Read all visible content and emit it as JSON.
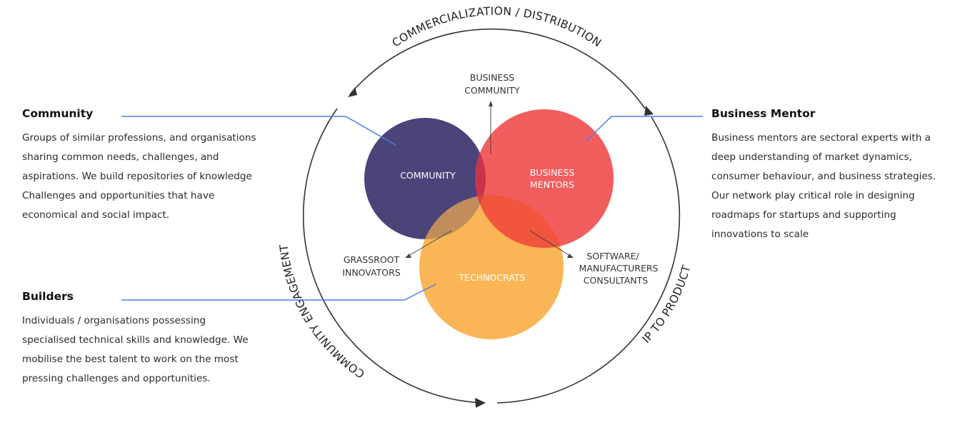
{
  "panels": {
    "community": {
      "title": "Community",
      "lines": [
        "Groups of similar professions, and organisations",
        "sharing common needs, challenges, and",
        "aspirations. We build repositories of knowledge",
        "Challenges and opportunities that have",
        "economical and social impact."
      ]
    },
    "builders": {
      "title": "Builders",
      "lines": [
        "Individuals / organisations possessing",
        "specialised technical skills and knowledge. We",
        "mobilise the best talent to work on the most",
        "pressing challenges and opportunities."
      ]
    },
    "mentor": {
      "title": "Business Mentor",
      "lines": [
        "Business mentors are sectoral experts with a",
        "deep understanding of market dynamics,",
        "consumer behaviour, and business strategies.",
        "Our network play critical role in designing",
        "roadmaps for startups and supporting",
        "innovations to scale"
      ]
    }
  },
  "circles": {
    "community": {
      "label": "COMMUNITY",
      "color": "#4b4479"
    },
    "mentors": {
      "label_line1": "BUSINESS",
      "label_line2": "MENTORS",
      "color": "#f25d5e"
    },
    "technocrats": {
      "label": "TECHNOCRATS",
      "color": "#fab656"
    }
  },
  "intersections": {
    "top": {
      "line1": "BUSINESS",
      "line2": "COMMUNITY"
    },
    "left": {
      "line1": "GRASSROOT",
      "line2": "INNOVATORS"
    },
    "right": {
      "line1": "SOFTWARE/",
      "line2": "MANUFACTURERS",
      "line3": "CONSULTANTS"
    }
  },
  "arcs": {
    "top": "COMMERCIALIZATION / DISTRIBUTION",
    "left": "COMMUNITY ENGAGEMENT",
    "right": "IP TO PRODUCT"
  },
  "colors": {
    "connector": "#4a7ef0",
    "ring": "#333333"
  }
}
